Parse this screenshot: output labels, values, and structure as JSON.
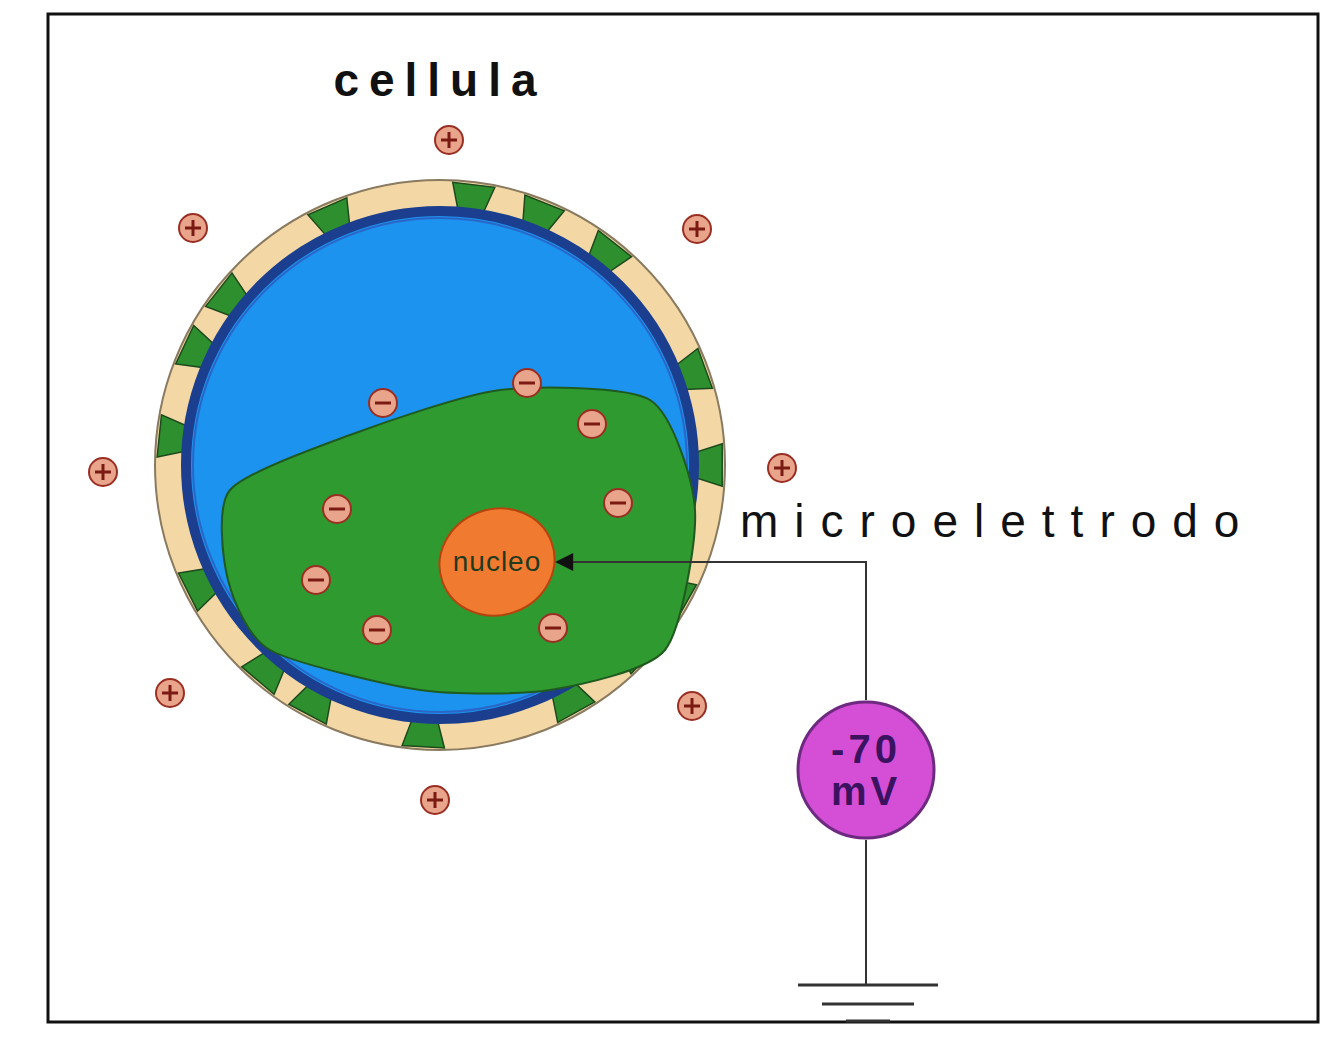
{
  "diagram": {
    "nodes": [
      {
        "text": [
          "cellula"
        ]
      },
      {
        "text": [
          "nucleo"
        ],
        "in": 0
      },
      {
        "text": [
          "-70 mV"
        ]
      }
    ],
    "edges": [
      {
        "from": 2,
        "to": 1,
        "arrow": "to",
        "label": "microelettrodo"
      }
    ]
  }
}
